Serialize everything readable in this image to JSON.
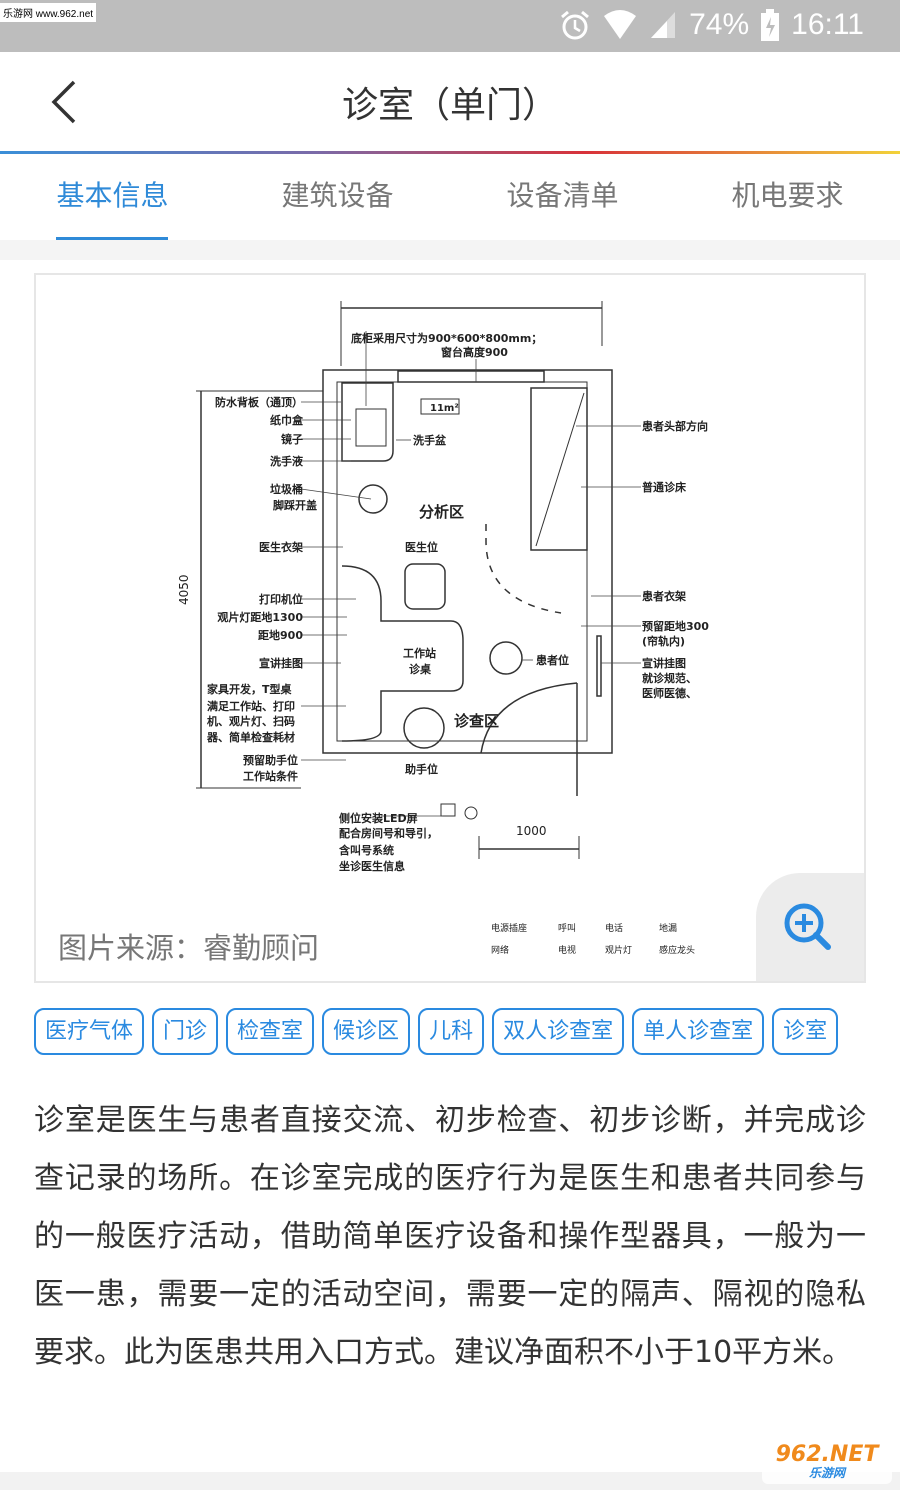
{
  "status_bar": {
    "watermark": "乐游网 www.962.net",
    "battery": "74%",
    "time": "16:11"
  },
  "header": {
    "title": "诊室（单门）"
  },
  "tabs": [
    {
      "label": "基本信息"
    },
    {
      "label": "建筑设备"
    },
    {
      "label": "设备清单"
    },
    {
      "label": "机电要求"
    }
  ],
  "figure": {
    "source": "图片来源：睿勤顾问",
    "plan": {
      "top_note_1": "底柜采用尺寸为900*600*800mm；",
      "top_note_2": "窗台高度900",
      "area": "11m²",
      "height_dim": "4050",
      "door_dim": "1000",
      "left_labels": [
        "防水背板（通顶）",
        "纸巾盒",
        "镜子",
        "洗手液",
        "垃圾桶",
        "脚踩开盖",
        "医生衣架",
        "打印机位",
        "观片灯距地1300",
        "距地900",
        "宣讲挂图",
        "家具开发，T型桌",
        "满足工作站、打印",
        "机、观片灯、扫码",
        "器、简单检查耗材",
        "预留助手位",
        "工作站条件"
      ],
      "right_labels": [
        "患者头部方向",
        "普通诊床",
        "患者衣架",
        "预留距地300",
        "(帘轨内)",
        "宣讲挂图",
        "就诊规范、",
        "医师医德、"
      ],
      "inner_labels": [
        "洗手盆",
        "分析区",
        "医生位",
        "工作站",
        "诊桌",
        "患者位",
        "诊查区",
        "助手位"
      ],
      "bottom_labels": [
        "侧位安装LED屏",
        "配合房间号和导引，",
        "含叫号系统",
        "坐诊医生信息"
      ],
      "legend": [
        "电源插座",
        "呼叫",
        "电话",
        "地漏",
        "网络",
        "电视",
        "观片灯",
        "感应龙头"
      ]
    }
  },
  "tags": [
    "医疗气体",
    "门诊",
    "检查室",
    "候诊区",
    "儿科",
    "双人诊查室",
    "单人诊查室",
    "诊室"
  ],
  "description": "诊室是医生与患者直接交流、初步检查、初步诊断，并完成诊查记录的场所。在诊室完成的医疗行为是医生和患者共同参与的一般医疗活动，借助简单医疗设备和操作型器具，一般为一医一患，需要一定的活动空间，需要一定的隔声、隔视的隐私要求。此为医患共用入口方式。建议净面积不小于10平方米。",
  "watermark_logo": {
    "main": "962.NET",
    "sub": "乐游网"
  },
  "colors": {
    "accent": "#2f8ad8",
    "status_bar": "#bdbdbd"
  }
}
